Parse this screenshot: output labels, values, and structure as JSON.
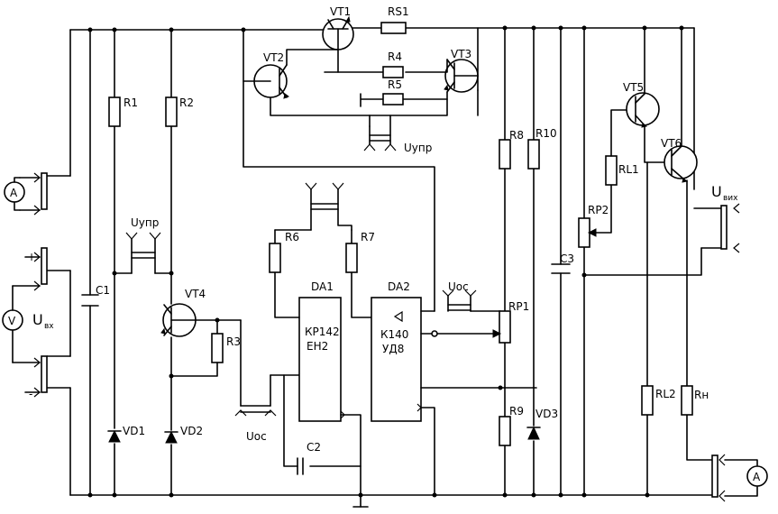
{
  "labels": {
    "vt1": "VT1",
    "vt2": "VT2",
    "vt3": "VT3",
    "vt4": "VT4",
    "vt5": "VT5",
    "vt6": "VT6",
    "rs1": "RS1",
    "r1": "R1",
    "r2": "R2",
    "r3": "R3",
    "r4": "R4",
    "r5": "R5",
    "r6": "R6",
    "r7": "R7",
    "r8": "R8",
    "r9": "R9",
    "r10": "R10",
    "rl1": "RL1",
    "rl2": "RL2",
    "rn": "Rн",
    "rp1": "RP1",
    "rp2": "RP2",
    "c1": "C1",
    "c2": "C2",
    "c3": "C3",
    "vd1": "VD1",
    "vd2": "VD2",
    "vd3": "VD3",
    "da1": "DA1",
    "da2": "DA2",
    "da1_type_1": "КР142",
    "da1_type_2": "ЕН2",
    "da2_type_1": "К140",
    "da2_type_2": "УД8",
    "u_upr_top": "Uупр",
    "u_upr_left": "Uупр",
    "u_os_left": "Uос",
    "u_os_mid": "Uос",
    "u_in": "U",
    "u_in_sub": "вх",
    "u_out": "U",
    "u_out_sub": "вих",
    "ammeter_symbol": "A",
    "voltmeter_symbol": "V",
    "plus": "+",
    "minus": "-"
  }
}
